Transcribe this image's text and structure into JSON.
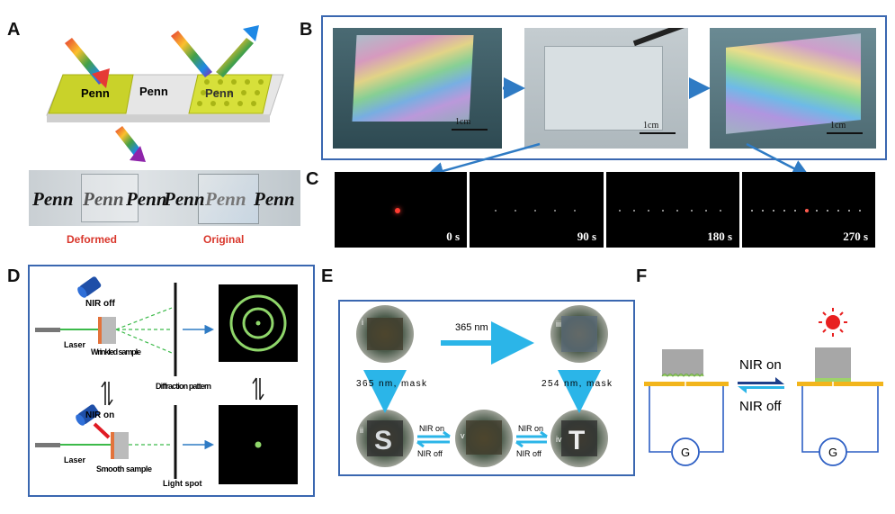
{
  "panels": {
    "A": {
      "label": "A",
      "top_penn": [
        "Penn",
        "Penn",
        "Penn"
      ],
      "bottom_penn": [
        "Penn",
        "Penn",
        "Penn",
        "Penn",
        "Penn",
        "Penn"
      ],
      "deformed": "Deformed",
      "original": "Original"
    },
    "B": {
      "label": "B",
      "scale1": "1cm",
      "scale2": "1cm",
      "scale3": "1cm"
    },
    "C": {
      "label": "C",
      "times": [
        "0 s",
        "90 s",
        "180 s",
        "270 s"
      ]
    },
    "D": {
      "label": "D",
      "nir_off": "NIR off",
      "nir_on": "NIR on",
      "laser_top": "Laser",
      "laser_bottom": "Laser",
      "wrinkled": "Wrinkled sample",
      "smooth": "Smooth sample",
      "diffraction": "Diffraction pattern",
      "light_spot": "Light spot"
    },
    "E": {
      "label": "E",
      "uv365": "365 nm",
      "mask365": "365 nm, mask",
      "mask254": "254 nm, mask",
      "nir_on_1": "NIR on",
      "nir_off_1": "NIR off",
      "nir_on_2": "NIR on",
      "nir_off_2": "NIR off",
      "roman": [
        "i",
        "ii",
        "iii",
        "iv",
        "v"
      ],
      "letters": [
        "S",
        "T"
      ]
    },
    "F": {
      "label": "F",
      "nir_on": "NIR on",
      "nir_off": "NIR off",
      "g_left": "G",
      "g_right": "G"
    }
  },
  "colors": {
    "frame": "#3a67b0",
    "arrow": "#2f7bc4",
    "cyan_arrow": "#2bb5e8",
    "label_red": "#d9362b",
    "ring_green": "#8fd66a",
    "electrode_yellow": "#f2b51c"
  }
}
